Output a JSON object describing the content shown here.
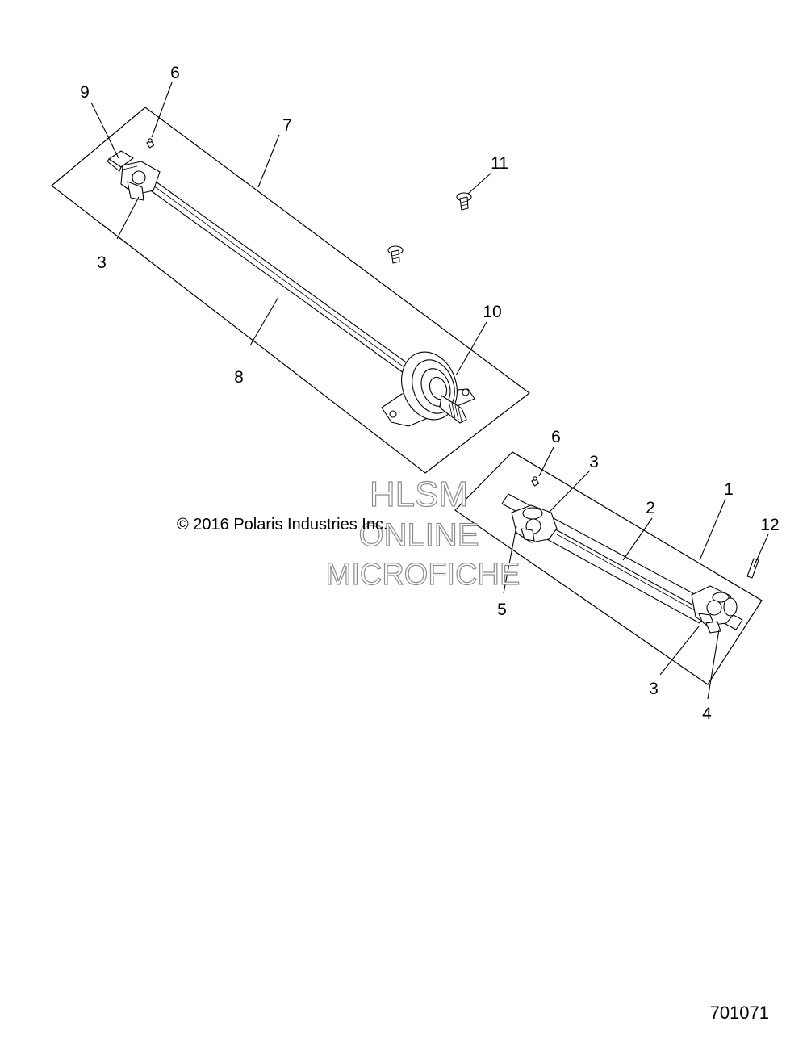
{
  "callouts": {
    "c9": "9",
    "c6a": "6",
    "c7": "7",
    "c11": "11",
    "c3a": "3",
    "c10": "10",
    "c8": "8",
    "c6b": "6",
    "c3b": "3",
    "c1": "1",
    "c2": "2",
    "c12": "12",
    "c5": "5",
    "c3c": "3",
    "c4": "4"
  },
  "copyright": "© 2016 Polaris Industries Inc.",
  "watermark": {
    "line1": "HLSM",
    "line2": "ONLINE",
    "line3": "MICROFICHE"
  },
  "figure_number": "701071"
}
